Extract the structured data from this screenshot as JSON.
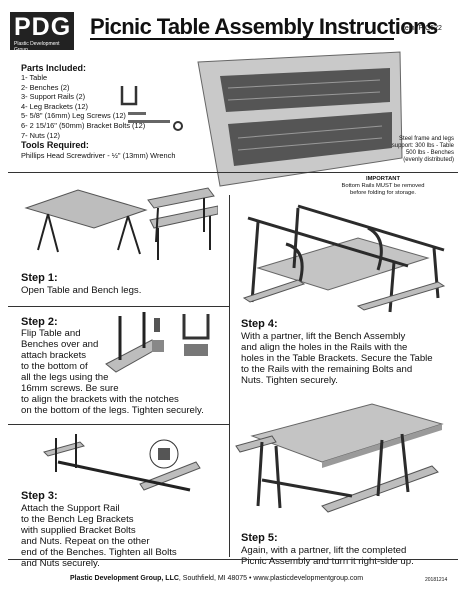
{
  "logo": {
    "mark": "PDG",
    "company": "Plastic Development Group"
  },
  "title": "Picnic Table Assembly Instructions",
  "item": "Item: PIC622",
  "parts": {
    "heading": "Parts Included:",
    "items": [
      "1- Table",
      "2- Benches (2)",
      "3- Support Rails (2)",
      "4- Leg Brackets (12)",
      "5- 5/8\" (16mm) Leg Screws (12)",
      "6- 2 15/16\" (50mm) Bracket Bolts (12)",
      "7- Nuts (12)"
    ]
  },
  "tools": {
    "heading": "Tools Required:",
    "text": "Phillips Head Screwdriver - ½\" (13mm) Wrench"
  },
  "support": [
    "Steel frame and legs",
    "support: 300 lbs - Table",
    "500 lbs - Benches",
    "(evenly distributed)"
  ],
  "important": {
    "heading": "IMPORTANT",
    "lines": [
      "Bottom Rails MUST be removed",
      "before folding for storage."
    ]
  },
  "steps": [
    {
      "heading": "Step 1:",
      "text": [
        "Open Table and Bench legs."
      ]
    },
    {
      "heading": "Step 2:",
      "text": [
        "Flip Table and",
        "Benches over and",
        "attach brackets",
        "to the bottom of",
        "all the legs using the",
        "16mm screws. Be sure",
        "to  align the brackets with the notches",
        "on the bottom of the legs. Tighten securely."
      ]
    },
    {
      "heading": "Step 3:",
      "text": [
        "Attach the Support Rail",
        "to the Bench Leg Brackets",
        "with supplied Bracket Bolts",
        "and Nuts. Repeat on the other",
        "end of the Benches. Tighten all Bolts",
        "and Nuts securely."
      ]
    },
    {
      "heading": "Step 4:",
      "text": [
        "With a partner, lift the Bench Assembly",
        "and align the holes in the Rails with the",
        "holes in the Table Brackets. Secure the Table",
        "to the Rails with the remaining Bolts and",
        "Nuts. Tighten securely."
      ]
    },
    {
      "heading": "Step 5:",
      "text": [
        "Again, with a partner, lift the completed",
        "Picnic Assembly and  turn it right-side up."
      ]
    }
  ],
  "footer": {
    "company": "Plastic Development Group, LLC",
    "rest": ", Southfield, MI 48075  •  www.plasticdevelopmentgroup.com",
    "code": "20181214"
  },
  "colors": {
    "plastic": "#b9b9b9",
    "plastic_dark": "#8a8a8a",
    "frame": "#2b2b2b"
  }
}
